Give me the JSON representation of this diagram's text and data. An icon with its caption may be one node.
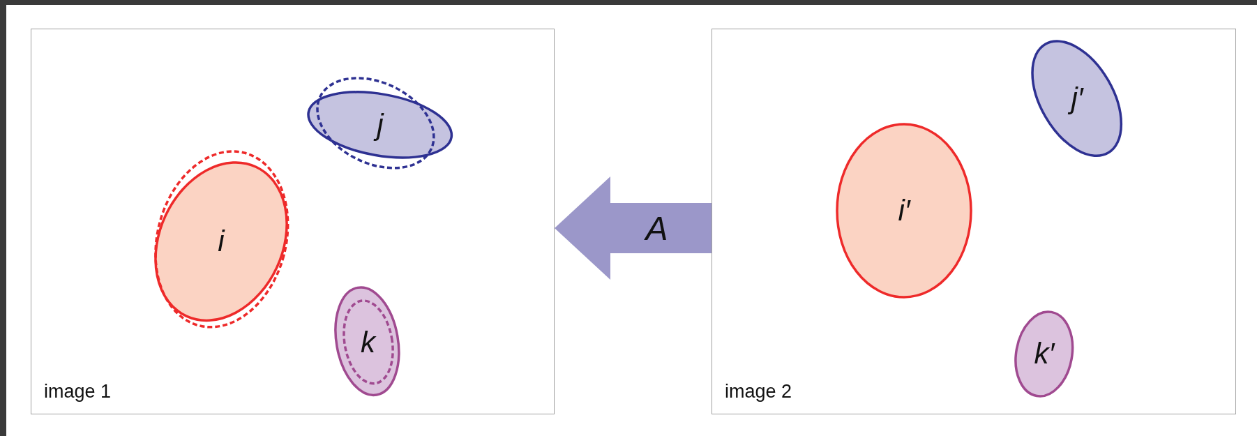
{
  "diagram": {
    "nodes": [
      {
        "text": [
          "image 1"
        ]
      },
      {
        "text": [
          "i"
        ],
        "in": 0
      },
      {
        "text": [
          "j"
        ],
        "in": 0
      },
      {
        "text": [],
        "shape": "ellipse",
        "in": 0
      },
      {
        "text": [],
        "shape": "ellipse",
        "in": 0
      },
      {
        "text": [],
        "shape": "ellipse",
        "in": 0
      },
      {
        "text": [
          "k"
        ],
        "in": 3
      },
      {
        "text": [
          "image 2"
        ]
      },
      {
        "text": [
          "i′"
        ],
        "in": 7
      },
      {
        "text": [
          "j′"
        ],
        "in": 7
      },
      {
        "text": [
          "k′"
        ],
        "in": 7
      }
    ],
    "edges": [
      {
        "from": 7,
        "to": 0,
        "arrow": "to",
        "label": "A"
      }
    ]
  }
}
